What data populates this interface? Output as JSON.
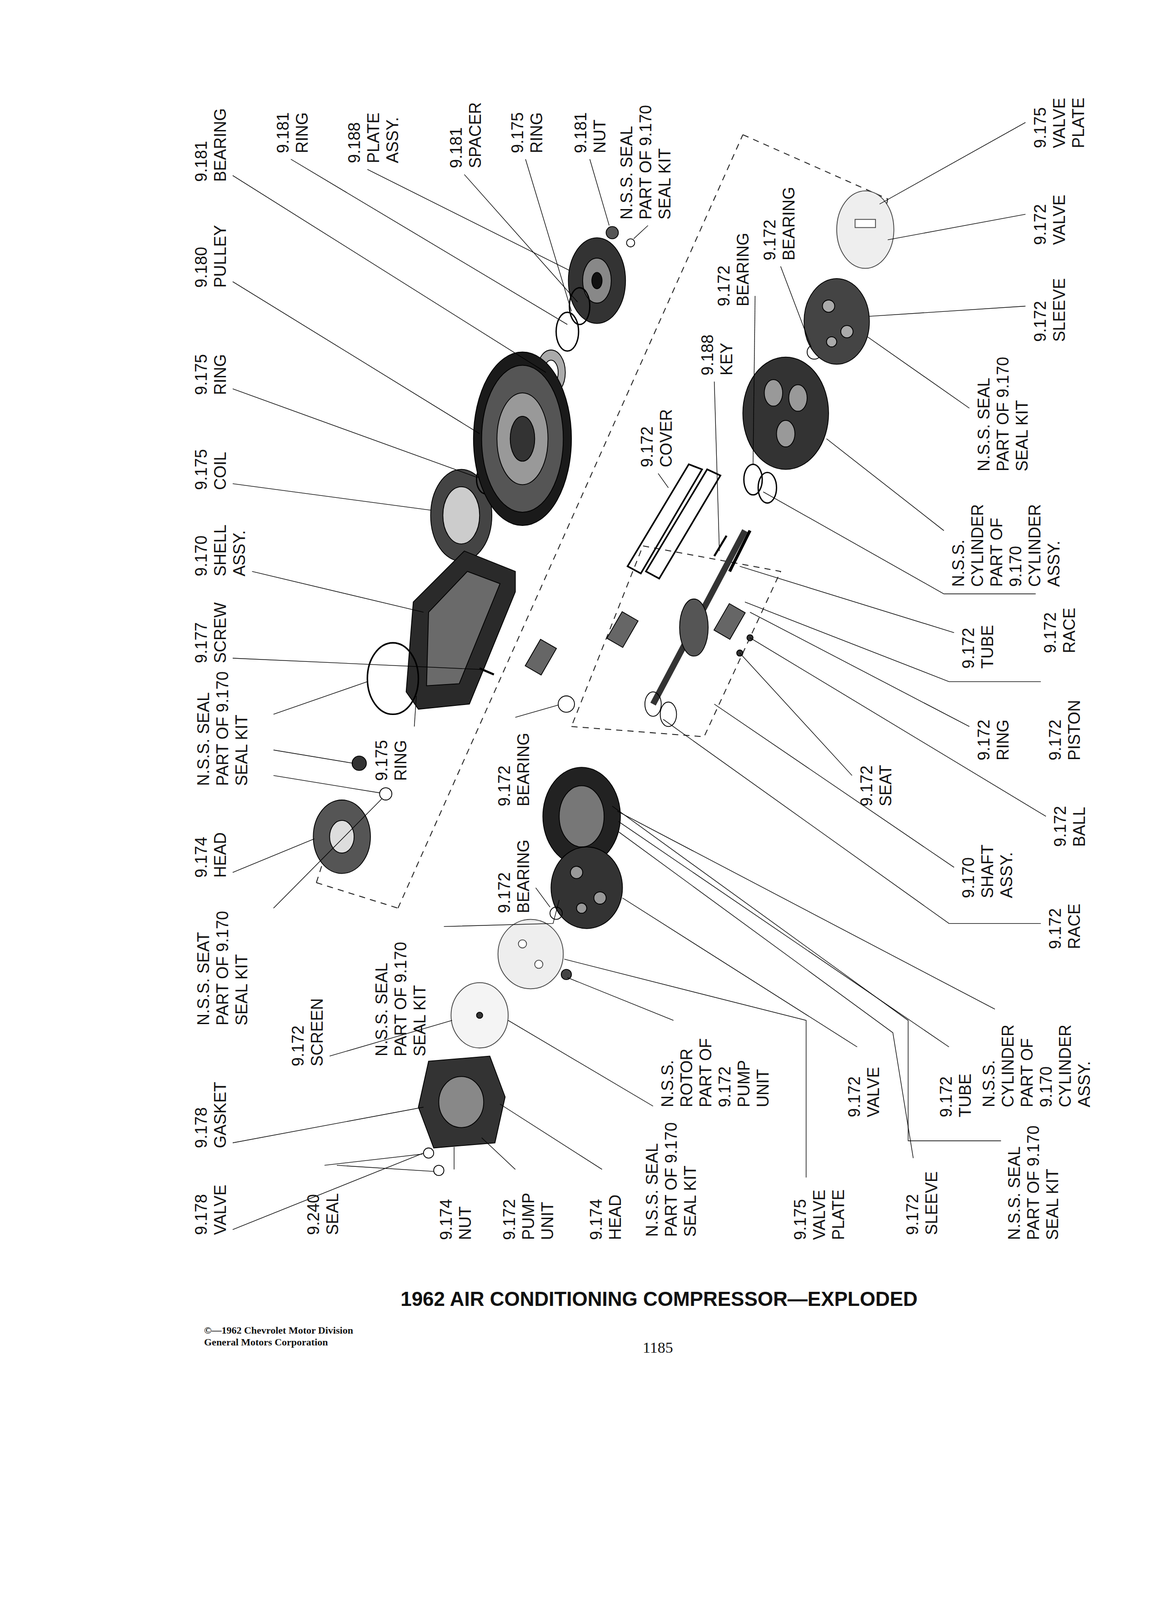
{
  "diagram": {
    "title": "1962 AIR CONDITIONING COMPRESSOR—EXPLODED",
    "labels": [
      "9.181 BEARING",
      "9.181 RING",
      "9.188 PLATE ASSY.",
      "9.181 SPACER",
      "9.175 RING",
      "9.181 NUT",
      "N.S.S. SEAL PART OF 9.170 SEAL KIT",
      "9.180 PULLEY",
      "9.175 RING",
      "9.175 COIL",
      "9.170 SHELL ASSY.",
      "9.177 SCREW",
      "N.S.S. SEAL PART OF 9.170 SEAL KIT",
      "9.175 RING",
      "9.174 HEAD",
      "N.S.S. SEAT PART OF 9.170 SEAL KIT",
      "9.178 GASKET",
      "9.178 VALVE",
      "9.240 SEAL",
      "9.172 SCREEN",
      "N.S.S. SEAL PART OF 9.170 SEAL KIT",
      "9.174 NUT",
      "9.172 PUMP UNIT",
      "9.174 HEAD",
      "N.S.S. SEAL PART OF 9.170 SEAL KIT",
      "9.172 BEARING",
      "9.172 BEARING",
      "N.S.S. ROTOR PART OF 9.172 PUMP UNIT",
      "9.175 VALVE PLATE",
      "9.172 VALVE",
      "9.172 SLEEVE",
      "9.172 TUBE",
      "N.S.S. CYLINDER PART OF 9.170 CYLINDER ASSY.",
      "N.S.S. SEAL PART OF 9.170 SEAL KIT",
      "9.170 SHAFT ASSY.",
      "9.172 RACE",
      "9.172 BALL",
      "9.172 SEAT",
      "9.172 RING",
      "9.172 PISTON",
      "9.172 TUBE",
      "9.172 RACE",
      "N.S.S. CYLINDER PART OF 9.170 CYLINDER ASSY.",
      "N.S.S. SEAL PART OF 9.170 SEAL KIT",
      "9.172 SLEEVE",
      "9.172 VALVE",
      "9.175 VALVE PLATE",
      "9.172 BEARING",
      "9.172 BEARING",
      "9.188 KEY",
      "9.172 COVER",
      "©—1962 Chevrolet Motor Division General Motors Corporation",
      "1185"
    ]
  }
}
